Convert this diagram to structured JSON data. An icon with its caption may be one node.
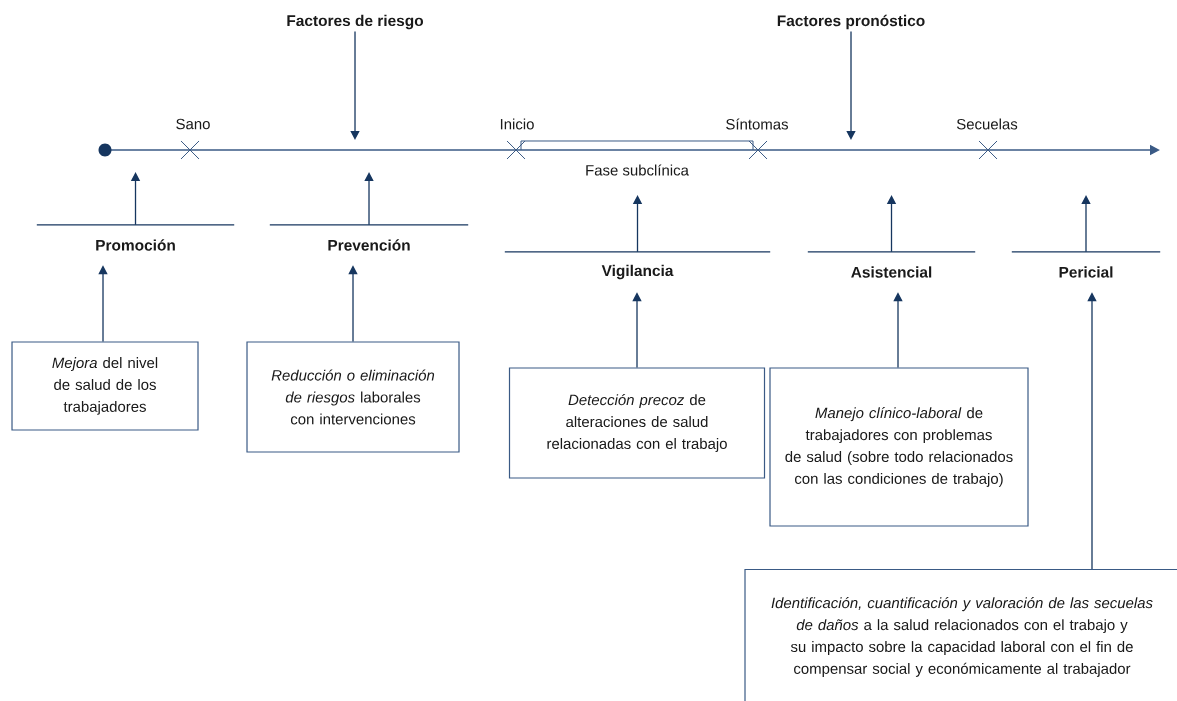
{
  "diagram": {
    "nodes": [
      {
        "text": [
          "Factores de riesgo"
        ]
      },
      {
        "text": [
          "Factores pronóstico"
        ]
      },
      {
        "text": [
          "Promoción"
        ]
      },
      {
        "text": [
          "Prevención"
        ]
      },
      {
        "text": [
          "Vigilancia"
        ]
      },
      {
        "text": [
          "Asistencial"
        ]
      },
      {
        "text": [
          "Pericial"
        ]
      },
      {
        "text": [
          "*Mejora* del nivel de salud de los trabajadores"
        ]
      },
      {
        "text": [
          "*Reducción o eliminación de riesgos* laborales con intervenciones"
        ]
      },
      {
        "text": [
          "*Detección precoz* de alteraciones de salud relacionadas con el trabajo"
        ]
      },
      {
        "text": [
          "*Manejo clínico-laboral* de trabajadores con problemas de salud (sobre todo relacionados con las condiciones de trabajo)"
        ]
      },
      {
        "text": [
          "*Identificación, cuantificación y valoración de las secuelas de daños* a la salud relacionados con el trabajo y su impacto sobre la capacidad laboral con el fin de compensar social y económicamente al trabajador"
        ]
      }
    ],
    "edges": [
      {
        "from": 0,
        "to": null,
        "arrow": "to"
      },
      {
        "from": 1,
        "to": null,
        "arrow": "to"
      },
      {
        "from": 2,
        "to": null,
        "arrow": "to"
      },
      {
        "from": 3,
        "to": null,
        "arrow": "to"
      },
      {
        "from": 4,
        "to": null,
        "arrow": "to"
      },
      {
        "from": 5,
        "to": null,
        "arrow": "to"
      },
      {
        "from": 6,
        "to": null,
        "arrow": "to"
      },
      {
        "from": 7,
        "to": 2,
        "arrow": "to"
      },
      {
        "from": 8,
        "to": 3,
        "arrow": "to"
      },
      {
        "from": 9,
        "to": 4,
        "arrow": "to"
      },
      {
        "from": 10,
        "to": 5,
        "arrow": "to"
      },
      {
        "from": 11,
        "to": 6,
        "arrow": "to"
      }
    ],
    "labels": [
      "Sano",
      "Inicio",
      "Síntomas",
      "Secuelas",
      "Fase subclínica"
    ]
  }
}
